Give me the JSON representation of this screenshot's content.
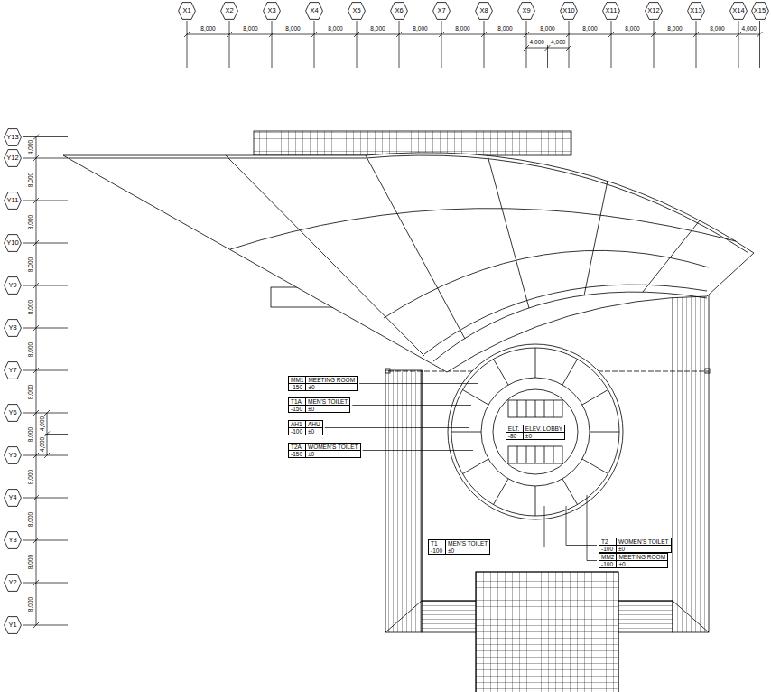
{
  "diagram": {
    "nodes": [
      {
        "text": [
          "X1"
        ]
      },
      {
        "text": [
          "X2"
        ]
      },
      {
        "text": [
          "X3"
        ]
      },
      {
        "text": [
          "X4"
        ]
      },
      {
        "text": [
          "X5"
        ]
      },
      {
        "text": [
          "X6"
        ]
      },
      {
        "text": [
          "X7"
        ]
      },
      {
        "text": [
          "X8"
        ]
      },
      {
        "text": [
          "X9"
        ]
      },
      {
        "text": [
          "X10"
        ]
      },
      {
        "text": [
          "X11"
        ]
      },
      {
        "text": [
          "X12"
        ]
      },
      {
        "text": [
          "X13"
        ]
      },
      {
        "text": [
          "X14"
        ]
      },
      {
        "text": [
          "X15"
        ]
      },
      {
        "text": [
          "Y13"
        ]
      },
      {
        "text": [
          "Y12"
        ]
      },
      {
        "text": [
          "Y11"
        ]
      },
      {
        "text": [
          "Y10"
        ]
      },
      {
        "text": [
          "Y9"
        ]
      },
      {
        "text": [
          "Y8"
        ]
      },
      {
        "text": [
          "Y7"
        ]
      },
      {
        "text": [
          "Y6"
        ]
      },
      {
        "text": [
          "Y5"
        ]
      },
      {
        "text": [
          "Y4"
        ]
      },
      {
        "text": [
          "Y3"
        ]
      },
      {
        "text": [
          "Y2"
        ]
      },
      {
        "text": [
          "Y1"
        ]
      },
      {
        "text": [
          "MM1",
          "MEETING ROOM",
          "-150",
          "±0"
        ]
      },
      {
        "text": [
          "T1A",
          "MEN'S TOILET",
          "-150",
          "±0"
        ]
      },
      {
        "text": [
          "AH1",
          "AHU",
          "-100",
          "±0"
        ]
      },
      {
        "text": [
          "T2A",
          "WOMEN'S TOILET",
          "-150",
          "±0"
        ]
      },
      {
        "text": [
          "ELT.",
          "ELEV. LOBBY",
          "-80",
          "±0"
        ]
      },
      {
        "text": [
          "T1",
          "MEN'S TOILET",
          "-100",
          "±0"
        ]
      },
      {
        "text": [
          "T2",
          "WOMEN'S TOILET",
          "-100",
          "±0"
        ]
      },
      {
        "text": [
          "MM2",
          "MEETING ROOM",
          "-100",
          "±0"
        ]
      }
    ],
    "labels": [
      "8,000",
      "8,000",
      "8,000",
      "8,000",
      "8,000",
      "8,000",
      "8,000",
      "8,000",
      "8,000",
      "8,000",
      "8,000",
      "8,000",
      "8,000",
      "4,000",
      "4,000",
      "4,000",
      "4,000",
      "8,000",
      "8,000",
      "8,000",
      "8,000",
      "8,000",
      "8,000",
      "8,000",
      "8,000",
      "8,000",
      "8,000",
      "8,000",
      "4,000",
      "4,000"
    ]
  }
}
